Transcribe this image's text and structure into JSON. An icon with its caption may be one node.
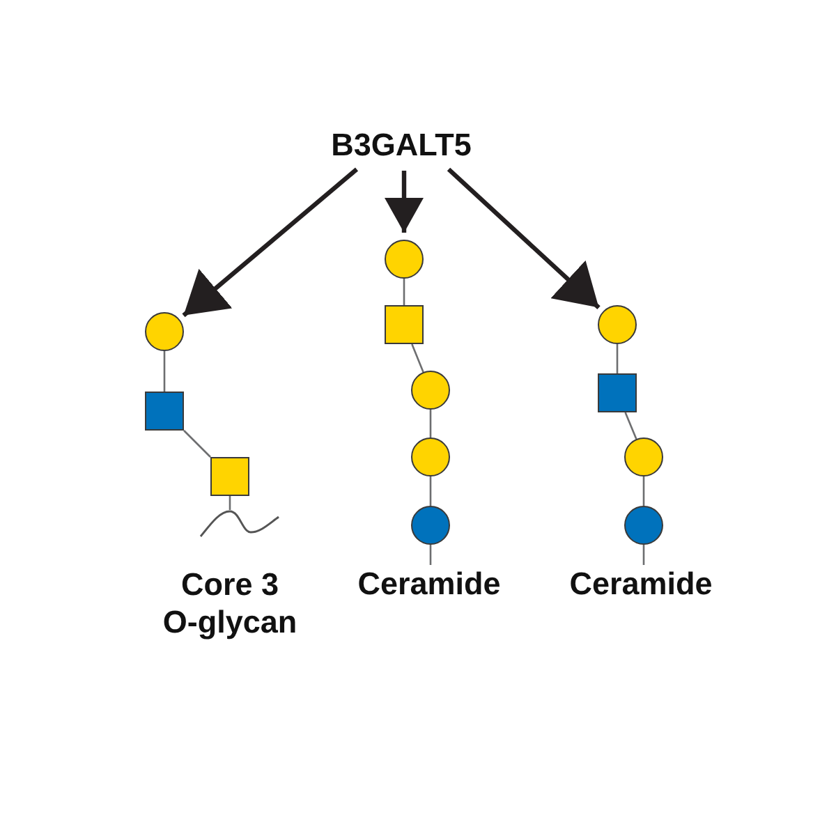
{
  "diagram": {
    "nodes": [
      {
        "text": [
          "B3GALT5"
        ]
      },
      {
        "text": [],
        "shape": "circle"
      },
      {
        "text": [],
        "shape": "box"
      },
      {
        "text": [],
        "shape": "box"
      },
      {
        "text": [],
        "shape": "wave"
      },
      {
        "text": [],
        "shape": "circle"
      },
      {
        "text": [],
        "shape": "box"
      },
      {
        "text": [],
        "shape": "circle"
      },
      {
        "text": [],
        "shape": "circle"
      },
      {
        "text": [],
        "shape": "circle"
      },
      {
        "text": [
          "Ceramide"
        ]
      },
      {
        "text": [],
        "shape": "circle"
      },
      {
        "text": [],
        "shape": "box"
      },
      {
        "text": [],
        "shape": "circle"
      },
      {
        "text": [],
        "shape": "circle"
      },
      {
        "text": [
          "Ceramide"
        ]
      }
    ],
    "edges": [
      {
        "from": 0,
        "to": 1,
        "arrow": "to",
        "style": "thick",
        "color": "#231f20"
      },
      {
        "from": 0,
        "to": 5,
        "arrow": "to",
        "style": "thick",
        "color": "#231f20"
      },
      {
        "from": 0,
        "to": 11,
        "arrow": "to",
        "style": "thick",
        "color": "#231f20"
      },
      {
        "from": 1,
        "to": 2,
        "arrow": "none"
      },
      {
        "from": 2,
        "to": 3,
        "arrow": "none"
      },
      {
        "from": 3,
        "to": 4,
        "arrow": "none"
      },
      {
        "from": 5,
        "to": 6,
        "arrow": "none"
      },
      {
        "from": 6,
        "to": 7,
        "arrow": "none"
      },
      {
        "from": 7,
        "to": 8,
        "arrow": "none"
      },
      {
        "from": 8,
        "to": 9,
        "arrow": "none"
      },
      {
        "from": 9,
        "to": 10,
        "arrow": "none"
      },
      {
        "from": 11,
        "to": 12,
        "arrow": "none"
      },
      {
        "from": 12,
        "to": 13,
        "arrow": "none"
      },
      {
        "from": 13,
        "to": 14,
        "arrow": "none"
      },
      {
        "from": 14,
        "to": 15,
        "arrow": "none"
      }
    ],
    "labels": [
      "Core 3 O-glycan"
    ]
  }
}
